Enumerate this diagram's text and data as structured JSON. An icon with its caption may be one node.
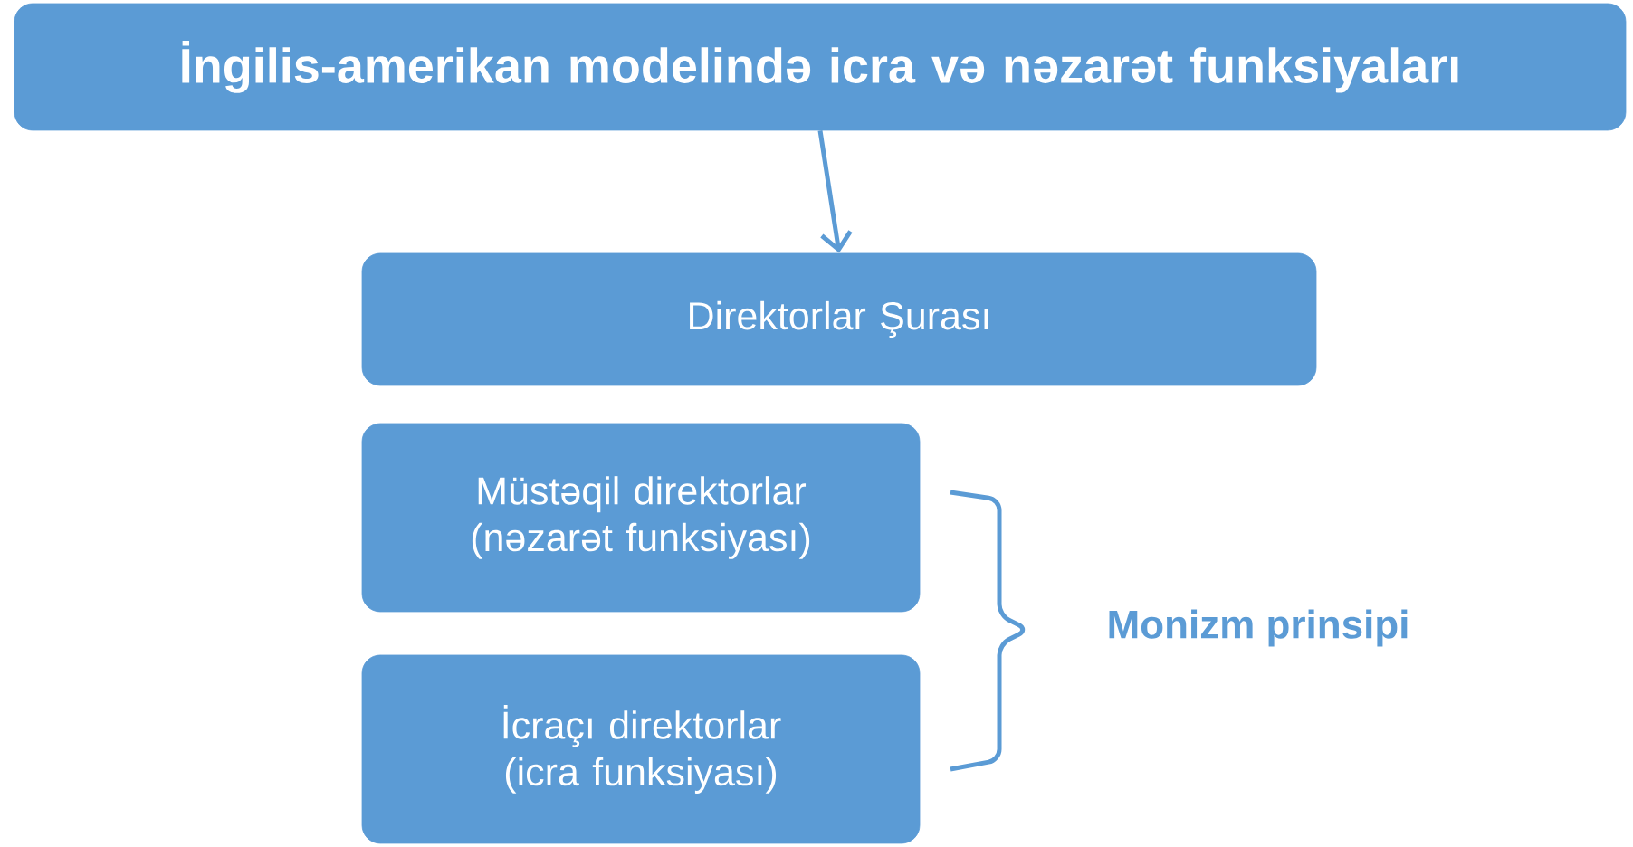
{
  "diagram": {
    "nodes": [
      {
        "text": [
          "İngilis-amerikan modelində icra və nəzarət funksiyaları"
        ]
      },
      {
        "text": [
          "Direktorlar Şurası"
        ]
      },
      {
        "text": [
          "Müstəqil direktorlar (nəzarət funksiyası)"
        ]
      },
      {
        "text": [
          "İcraçı direktorlar (icra funksiyası)"
        ]
      }
    ],
    "edges": [
      {
        "from": 0,
        "to": 1,
        "arrow": "to"
      }
    ],
    "labels": [
      "Monizm prinsipi"
    ]
  }
}
